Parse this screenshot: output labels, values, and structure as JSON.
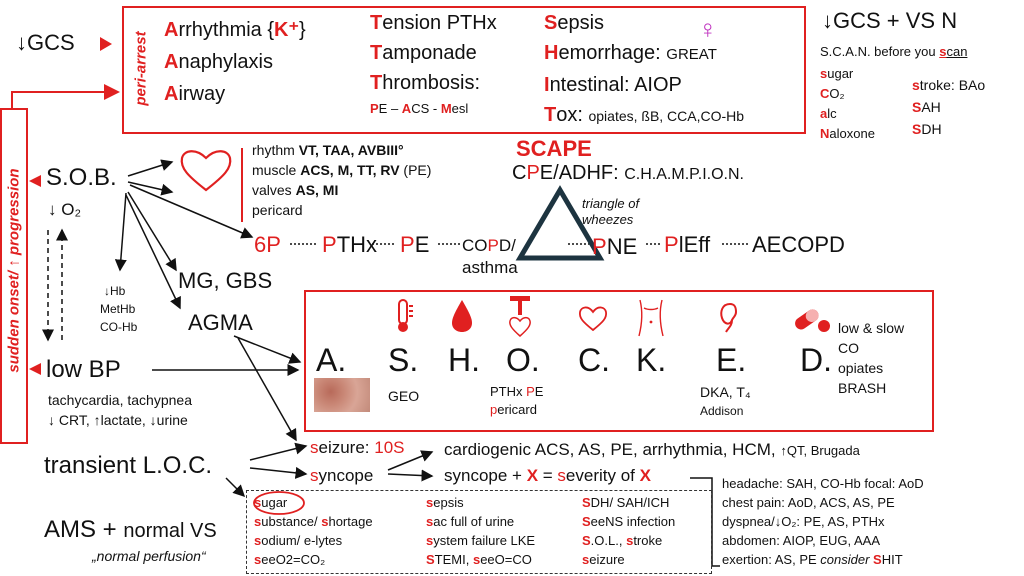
{
  "left": {
    "gcs": "↓GCS",
    "sob": "S.O.B.",
    "o2": "↓ O₂",
    "hb": "↓Hb",
    "methb": "MetHb",
    "cohb": "CO-Hb",
    "lowbp": "low BP",
    "lowbp_sub1": "tachycardia,  tachypnea",
    "lowbp_sub2": "↓ CRT, ↑lactate, ↓urine",
    "side_banner": "sudden onset/ ↑ progression",
    "mg": "MG, GBS",
    "agma": "AGMA",
    "tloc": "transient L.O.C.",
    "ams_a": "AMS + ",
    "ams_b": "normal VS",
    "ams_sub": "„normal perfusion“"
  },
  "periarrest": {
    "label": "peri-arrest",
    "col1": [
      {
        "cap": "A",
        "rest": "rrhythmia {",
        "extra": "K⁺",
        "end": "}"
      },
      {
        "cap": "A",
        "rest": "naphylaxis"
      },
      {
        "cap": "A",
        "rest": "irway"
      }
    ],
    "col2": [
      {
        "cap": "T",
        "rest": "ension PTHx"
      },
      {
        "cap": "T",
        "rest": "amponade"
      },
      {
        "cap": "T",
        "rest": "hrombosis:"
      }
    ],
    "col2_sub": {
      "p": "P",
      "e": "E – ",
      "a": "A",
      "cs": "CS - ",
      "m": "M",
      "esl": "esl"
    },
    "col3": [
      {
        "cap": "S",
        "rest": "epsis"
      },
      {
        "cap": "H",
        "rest": "emorrhage: ",
        "small": "GREAT"
      },
      {
        "cap": "I",
        "rest": "ntestinal: AIOP"
      },
      {
        "cap": "T",
        "rest": "ox: ",
        "small": "opiates, ßB, CCA,CO-Hb"
      }
    ],
    "female_symbol": "♀"
  },
  "gcsvs": {
    "title": "↓GCS + VS N",
    "scan_a": "S.C.A.N. before you ",
    "scan_b": "s",
    "scan_c": "can",
    "left_items": [
      {
        "cap": "s",
        "rest": "ugar"
      },
      {
        "cap": "C",
        "rest": "O₂"
      },
      {
        "cap": "a",
        "rest": "lc"
      },
      {
        "cap": "N",
        "rest": "aloxone"
      }
    ],
    "right_items": [
      {
        "cap": "s",
        "rest": "troke: BAo"
      },
      {
        "cap": "S",
        "rest": "AH"
      },
      {
        "cap": "S",
        "rest": "DH"
      }
    ]
  },
  "heart": {
    "lines": [
      {
        "label": "rhythm ",
        "bold": "VT, TAA, AVBIII°",
        "tail": ""
      },
      {
        "label": "muscle ",
        "bold": "ACS, M, TT, RV",
        "tail": " (PE)"
      },
      {
        "label": "valves ",
        "bold": "AS, MI",
        "tail": ""
      },
      {
        "label": "pericard",
        "bold": "",
        "tail": ""
      }
    ]
  },
  "scape": {
    "title": "SCAPE",
    "cpe_c": "C",
    "cpe_p": "P",
    "cpe_rest": "E/ADHF: ",
    "champion": "C.H.A.M.P.I.O.N.",
    "triangle_note1": "triangle of",
    "triangle_note2": "wheezes"
  },
  "chain": {
    "p6": "6P",
    "pthx_p": "P",
    "pthx_rest": "THx",
    "pe_p": "P",
    "pe_rest": "E",
    "copd_a": "CO",
    "copd_p": "P",
    "copd_b": "D/",
    "asthma": "asthma",
    "pne_p": "P",
    "pne_rest": "NE",
    "pleff_p": "P",
    "pleff_rest": "lEff",
    "aecopd": "AECOPD"
  },
  "shock": {
    "letters": [
      "A.",
      "S.",
      "H.",
      "O.",
      "C.",
      "K.",
      "E.",
      "D."
    ],
    "s_note": "GEO",
    "o_note1_a": "PTHx ",
    "o_note1_b": "P",
    "o_note1_c": "E",
    "o_note2_a": "p",
    "o_note2_b": "ericard",
    "e_note1": "DKA, T₄",
    "e_note2": "Addison",
    "d_notes": [
      "low & slow",
      "CO",
      "opiates",
      "BRASH"
    ]
  },
  "syncope": {
    "seizure_a": "s",
    "seizure_b": "eizure: ",
    "seizure_c": "10S",
    "syncope_a": "s",
    "syncope_b": "yncope",
    "cardio": "cardiogenic ACS, AS, PE, arrhythmia, HCM, ",
    "cardio_small": "↑QT, Brugada",
    "sev_a": "syncope + ",
    "sev_x": "X",
    "sev_b": " = ",
    "sev_c": "s",
    "sev_d": "everity of ",
    "sev_x2": "X"
  },
  "severity": {
    "lines": [
      {
        "text": "headache: SAH, CO-Hb focal: AoD"
      },
      {
        "text": "chest pain: AoD, ACS, AS, PE"
      },
      {
        "text": "dyspnea/↓O₂: PE, AS, PTHx"
      },
      {
        "text": "abdomen: AIOP, EUG, AAA"
      }
    ],
    "last_a": "exertion: AS, PE    ",
    "last_b": "consider ",
    "last_c": "S",
    "last_d": "HIT"
  },
  "ams": {
    "col1": [
      {
        "cap": "s",
        "rest": "ugar"
      },
      {
        "cap": "s",
        "rest": "ubstance/ ",
        "cap2": "s",
        "rest2": "hortage"
      },
      {
        "cap": "s",
        "rest": "odium/ e-lytes"
      },
      {
        "cap": "s",
        "rest": "eeO2=CO₂"
      }
    ],
    "col2": [
      {
        "cap": "s",
        "rest": "epsis"
      },
      {
        "cap": "s",
        "rest": "ac full of urine"
      },
      {
        "cap": "s",
        "rest": "ystem failure LKE"
      },
      {
        "cap": "S",
        "rest": "TEMI, ",
        "cap2": "s",
        "rest2": "eeO=CO"
      }
    ],
    "col3": [
      {
        "cap": "S",
        "rest": "DH/ SAH/ICH"
      },
      {
        "cap": "S",
        "rest": "eeNS infection"
      },
      {
        "cap": "S",
        "rest": ".O.L., ",
        "cap2": "s",
        "rest2": "troke"
      },
      {
        "cap": "s",
        "rest": "eizure"
      }
    ]
  },
  "colors": {
    "accent": "#e02020",
    "text": "#111111"
  }
}
